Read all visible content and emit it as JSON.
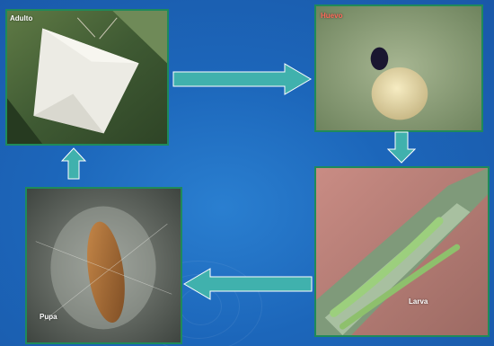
{
  "stages": {
    "adult": {
      "label": "Adulto"
    },
    "egg": {
      "label": "Huevo"
    },
    "larva": {
      "label": "Larva"
    },
    "pupa": {
      "label": "Pupa"
    }
  },
  "colors": {
    "background": "#1c66ba",
    "frame": "#1f8a5a",
    "arrow_fill": "#40b1ad",
    "arrow_stroke": "#ffffff",
    "egg_label": "#ff6a5a"
  },
  "icons": {
    "arrow_adult_to_egg": "arrow-right-icon",
    "arrow_egg_to_larva": "arrow-down-icon",
    "arrow_larva_to_pupa": "arrow-left-icon",
    "arrow_pupa_to_adult": "arrow-up-icon"
  }
}
